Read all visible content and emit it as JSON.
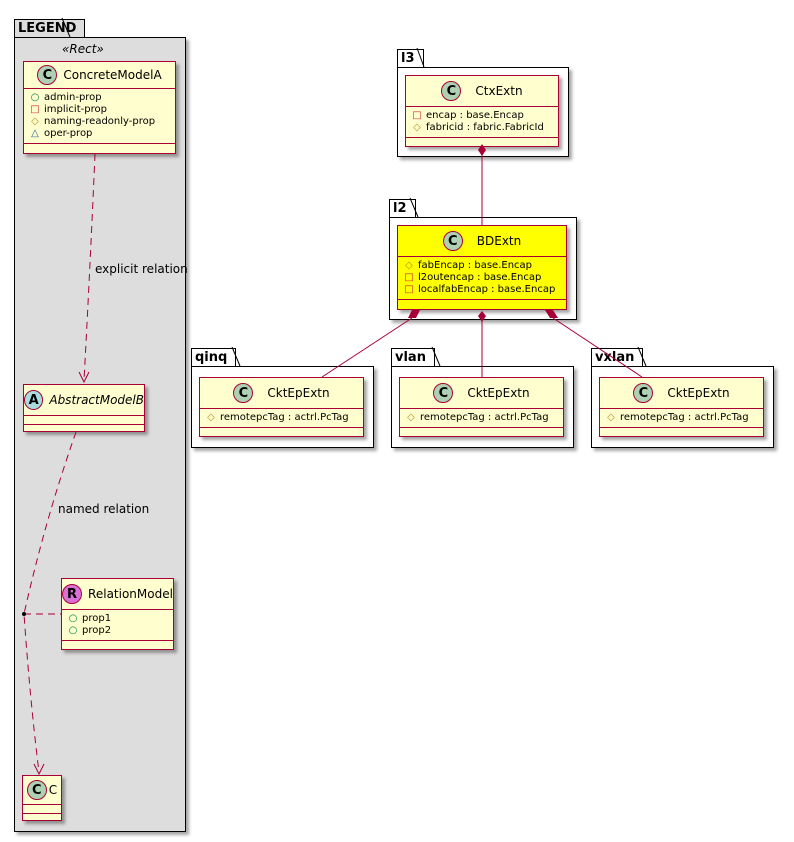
{
  "legend": {
    "title": "LEGEND",
    "stereotype": "«Rect»",
    "classes": {
      "concrete": {
        "badge": "C",
        "name": "ConcreteModelA",
        "attributes": [
          {
            "visibility": "public",
            "symbol": "○",
            "text": "admin-prop"
          },
          {
            "visibility": "private",
            "symbol": "□",
            "text": "implicit-prop"
          },
          {
            "visibility": "protected",
            "symbol": "◇",
            "text": "naming-readonly-prop"
          },
          {
            "visibility": "package",
            "symbol": "△",
            "text": "oper-prop"
          }
        ]
      },
      "abstract": {
        "badge": "A",
        "name": "AbstractModelB"
      },
      "relation": {
        "badge": "R",
        "name": "RelationModel",
        "attributes": [
          {
            "visibility": "public",
            "symbol": "○",
            "text": "prop1"
          },
          {
            "visibility": "public",
            "symbol": "○",
            "text": "prop2"
          }
        ]
      },
      "target": {
        "badge": "C",
        "name": "C"
      }
    },
    "relations": {
      "explicit": "explicit relation",
      "named": "named relation"
    }
  },
  "packages": {
    "l3": {
      "name": "l3",
      "class": {
        "badge": "C",
        "name": "CtxExtn",
        "attributes": [
          {
            "visibility": "private",
            "symbol": "□",
            "text": "encap : base.Encap"
          },
          {
            "visibility": "protected",
            "symbol": "◇",
            "text": "fabricid : fabric.FabricId"
          }
        ]
      }
    },
    "l2": {
      "name": "l2",
      "class": {
        "badge": "C",
        "name": "BDExtn",
        "highlight": "#ffff00",
        "attributes": [
          {
            "visibility": "protected",
            "symbol": "◇",
            "text": "fabEncap : base.Encap"
          },
          {
            "visibility": "private",
            "symbol": "□",
            "text": "l2outencap : base.Encap"
          },
          {
            "visibility": "private",
            "symbol": "□",
            "text": "localfabEncap : base.Encap"
          }
        ]
      }
    },
    "qinq": {
      "name": "qinq",
      "class": {
        "badge": "C",
        "name": "CktEpExtn",
        "attributes": [
          {
            "visibility": "protected",
            "symbol": "◇",
            "text": "remotepcTag : actrl.PcTag"
          }
        ]
      }
    },
    "vlan": {
      "name": "vlan",
      "class": {
        "badge": "C",
        "name": "CktEpExtn",
        "attributes": [
          {
            "visibility": "protected",
            "symbol": "◇",
            "text": "remotepcTag : actrl.PcTag"
          }
        ]
      }
    },
    "vxlan": {
      "name": "vxlan",
      "class": {
        "badge": "C",
        "name": "CktEpExtn",
        "attributes": [
          {
            "visibility": "protected",
            "symbol": "◇",
            "text": "remotepcTag : actrl.PcTag"
          }
        ]
      }
    }
  },
  "colors": {
    "class_fill": "#fefece",
    "class_border": "#a80036",
    "highlight_fill": "#ffff00",
    "legend_fill": "#dddddd"
  }
}
